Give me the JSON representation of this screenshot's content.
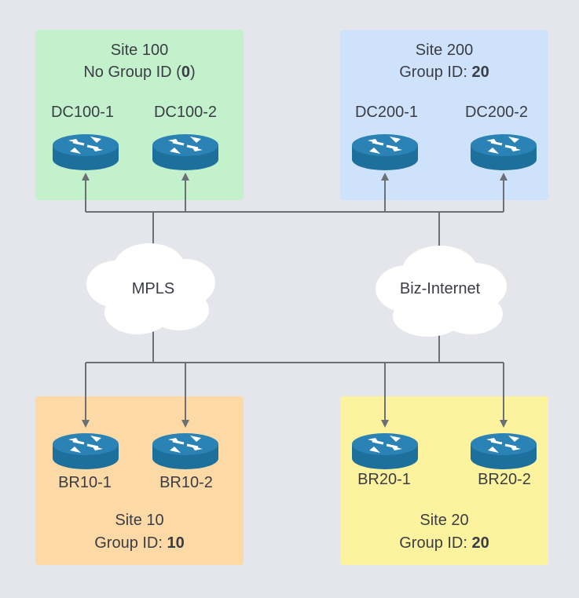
{
  "colors": {
    "background": "#e4e6ec",
    "site100": "#c3f1cc",
    "site200": "#cfe2fb",
    "site10": "#fdd9a6",
    "site20": "#fdf39f",
    "router_body": "#1d6f9c",
    "router_top": "#2a83b4",
    "link": "#6b6f78"
  },
  "sites": {
    "s100": {
      "title": "Site 100",
      "group_prefix": "No Group ID (",
      "group_value": "0",
      "group_suffix": ")"
    },
    "s200": {
      "title": "Site 200",
      "group_prefix": "Group ID: ",
      "group_value": "20"
    },
    "s10": {
      "title": "Site 10",
      "group_prefix": "Group ID: ",
      "group_value": "10"
    },
    "s20": {
      "title": "Site 20",
      "group_prefix": "Group ID: ",
      "group_value": "20"
    }
  },
  "routers": {
    "dc100_1": "DC100-1",
    "dc100_2": "DC100-2",
    "dc200_1": "DC200-1",
    "dc200_2": "DC200-2",
    "br10_1": "BR10-1",
    "br10_2": "BR10-2",
    "br20_1": "BR20-1",
    "br20_2": "BR20-2"
  },
  "clouds": {
    "mpls": "MPLS",
    "internet": "Biz-Internet"
  }
}
